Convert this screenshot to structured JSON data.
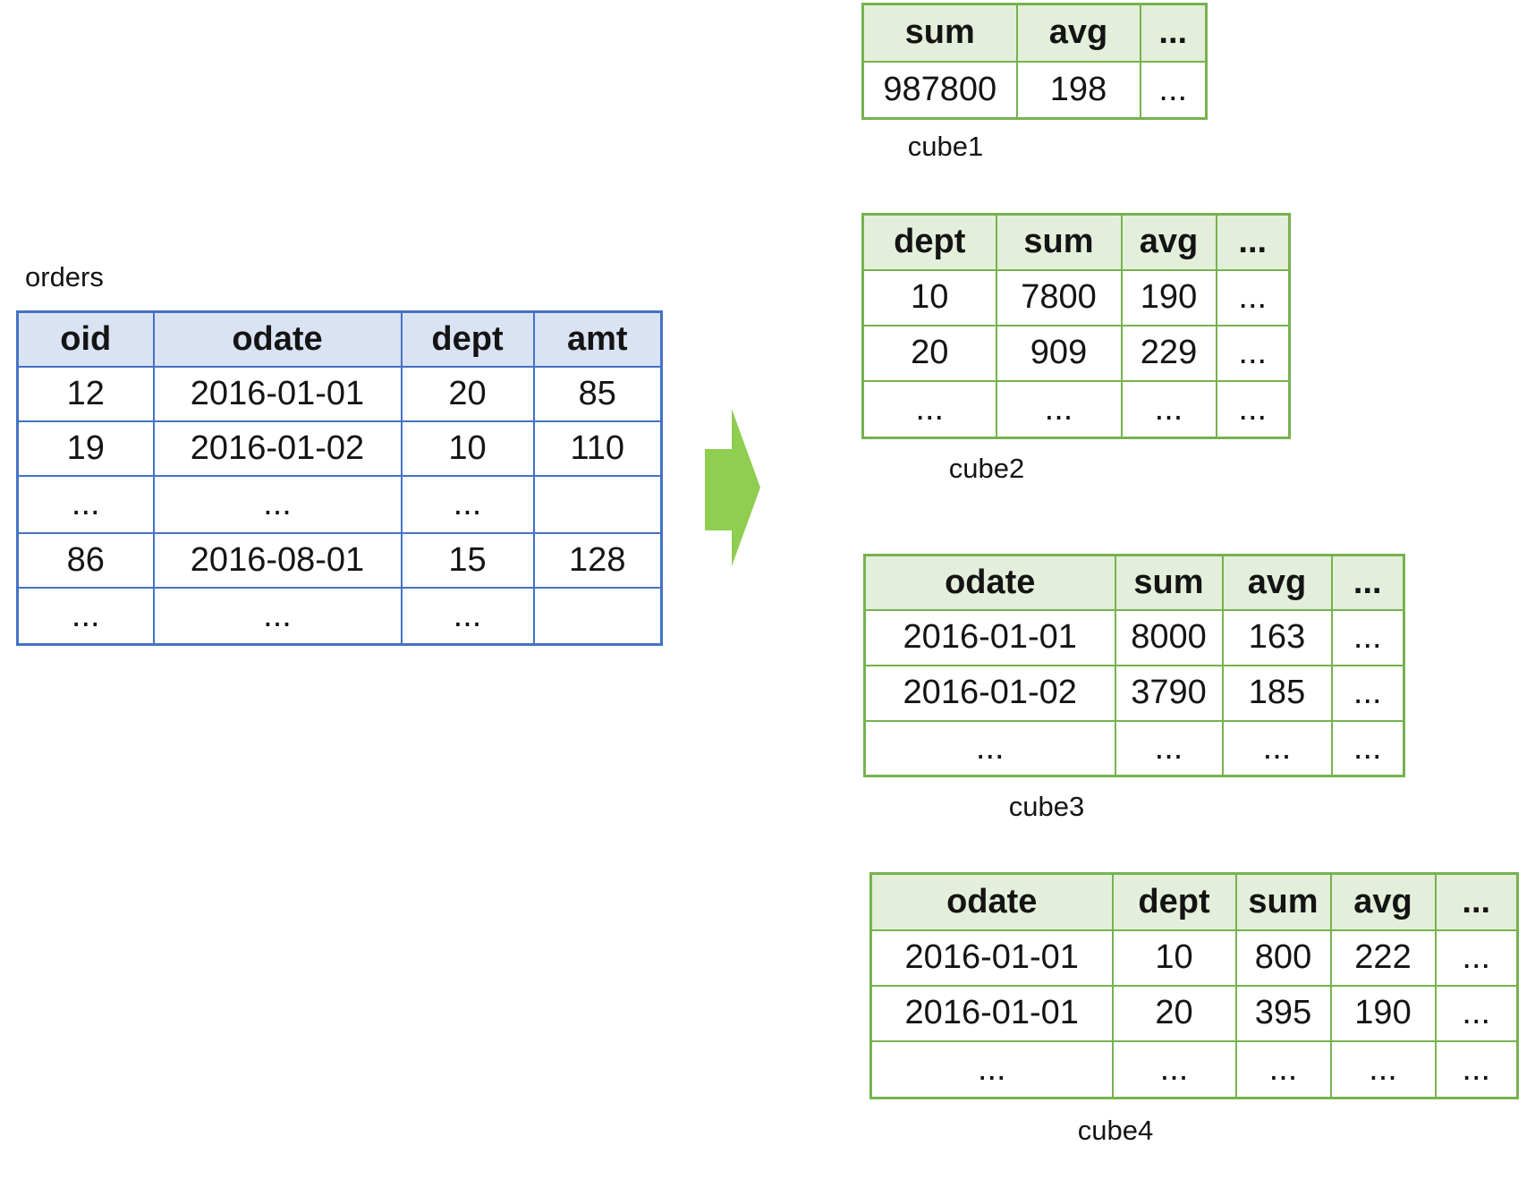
{
  "diagram": {
    "source_table": {
      "label": "orders",
      "headers": [
        "oid",
        "odate",
        "dept",
        "amt"
      ],
      "rows": [
        [
          "12",
          "2016-01-01",
          "20",
          "85"
        ],
        [
          "19",
          "2016-01-02",
          "10",
          "110"
        ],
        [
          "...",
          "...",
          "...",
          ""
        ],
        [
          "86",
          "2016-08-01",
          "15",
          "128"
        ],
        [
          "...",
          "...",
          "...",
          ""
        ]
      ]
    },
    "arrow": {
      "direction": "right",
      "color": "#8FCE50"
    },
    "cubes": [
      {
        "label": "cube1",
        "headers": [
          "sum",
          "avg",
          "..."
        ],
        "rows": [
          [
            "987800",
            "198",
            "..."
          ]
        ]
      },
      {
        "label": "cube2",
        "headers": [
          "dept",
          "sum",
          "avg",
          "..."
        ],
        "rows": [
          [
            "10",
            "7800",
            "190",
            "..."
          ],
          [
            "20",
            "909",
            "229",
            "..."
          ],
          [
            "...",
            "...",
            "...",
            "..."
          ]
        ]
      },
      {
        "label": "cube3",
        "headers": [
          "odate",
          "sum",
          "avg",
          "..."
        ],
        "rows": [
          [
            "2016-01-01",
            "8000",
            "163",
            "..."
          ],
          [
            "2016-01-02",
            "3790",
            "185",
            "..."
          ],
          [
            "...",
            "...",
            "...",
            "..."
          ]
        ]
      },
      {
        "label": "cube4",
        "headers": [
          "odate",
          "dept",
          "sum",
          "avg",
          "..."
        ],
        "rows": [
          [
            "2016-01-01",
            "10",
            "800",
            "222",
            "..."
          ],
          [
            "2016-01-01",
            "20",
            "395",
            "190",
            "..."
          ],
          [
            "...",
            "...",
            "...",
            "...",
            "..."
          ]
        ]
      }
    ],
    "colors": {
      "blue_border": "#4472C4",
      "blue_header_fill": "#DAE3F3",
      "green_border": "#76B24F",
      "green_header_fill": "#E3EFDA",
      "arrow_green": "#8FCE50"
    }
  }
}
